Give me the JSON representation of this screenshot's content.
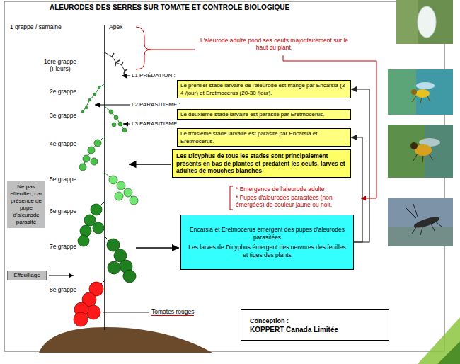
{
  "diagram": {
    "title": "ALEURODES DES SERRES SUR TOMATE ET CONTROLE BIOLOGIQUE",
    "nodes": [
      {
        "text": [
          "Ne pas effeuiller, car présence de pupe d'aleurode parasité"
        ]
      },
      {
        "text": [
          "Effeuillage"
        ]
      },
      {
        "text": [
          "L1 PRÉDATION :",
          "Le premier stade larvaire de l'aleurode est mangé par Encarsia (3-4 /jour) et Eretmocerus (20-30 /jour)."
        ]
      },
      {
        "text": [
          "L2 PARASITISME :",
          "Le deuxième stade larvaire est parasité par Eretmocerus."
        ]
      },
      {
        "text": [
          "L3 PARASITISME :",
          "Le troisième stade larvaire est parasité par Encarsia et Eretmocerus."
        ]
      },
      {
        "text": [
          "Les Dicyphus de tous les stades sont principalement présents en bas de plantes et prédatent les oeufs, larves et adultes de mouches blanches"
        ]
      },
      {
        "text": [
          "Encarsia et Eretmocerus émergent des pupes d'aleurodes parasitées",
          "Les larves de Dicyphus émergent des nervures des feuilles et tiges des plants"
        ]
      },
      {
        "text": [
          "Conception :",
          "KOPPERT Canada Limitée"
        ]
      }
    ],
    "edges": [
      {
        "from": 6,
        "to": 2,
        "arrow": "to"
      },
      {
        "from": 6,
        "to": 4,
        "arrow": "to"
      }
    ],
    "labels": [
      "1 grappe / semaine",
      "Apex",
      "1ère grappe (Fleurs)",
      "2e grappe",
      "3e grappe",
      "4e grappe",
      "5e grappe",
      "6e grappe",
      "7e grappe",
      "8e grappe",
      "Tomates rouges",
      "L'aleurode adulte pond ses oeufs majoritairement sur le haut du plant.",
      "* Émergence de l'aleurode adulte",
      "* Pupes d'aleurodes parasitées (non-émergées) de couleur jaune ou noir."
    ]
  }
}
